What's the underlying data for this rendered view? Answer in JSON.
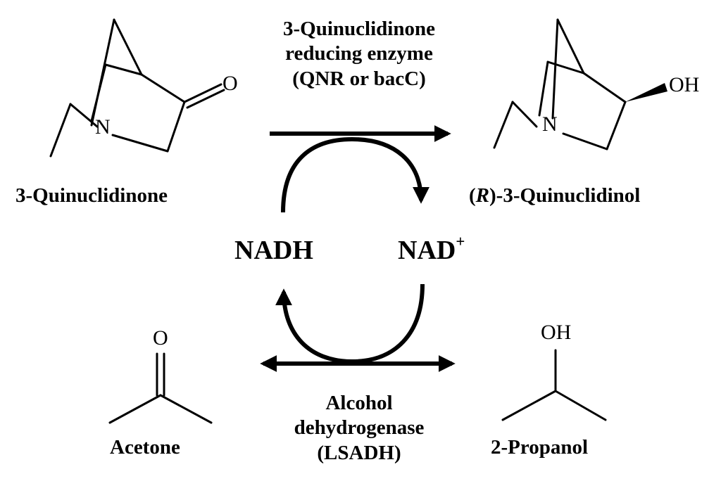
{
  "top_reaction": {
    "enzyme_lines": [
      "3-Quinuclidinone",
      "reducing enzyme",
      "(QNR or bacC)"
    ],
    "substrate": {
      "name": "3-Quinuclidinone",
      "atom_N": "N",
      "atom_O": "O"
    },
    "product": {
      "name_open": "(",
      "name_italic": "R",
      "name_rest": ")-3-Quinuclidinol",
      "atom_N": "N",
      "atom_OH": "OH"
    }
  },
  "cofactors": {
    "reduced": "NADH",
    "oxidized_base": "NAD",
    "oxidized_charge": "+"
  },
  "bottom_reaction": {
    "enzyme_lines": [
      "Alcohol",
      "dehydrogenase",
      "(LSADH)"
    ],
    "left_compound": {
      "name": "Acetone",
      "atom_O": "O"
    },
    "right_compound": {
      "name": "2-Propanol",
      "atom_OH": "OH"
    }
  },
  "colors": {
    "ink": "#000000",
    "background": "#ffffff"
  }
}
